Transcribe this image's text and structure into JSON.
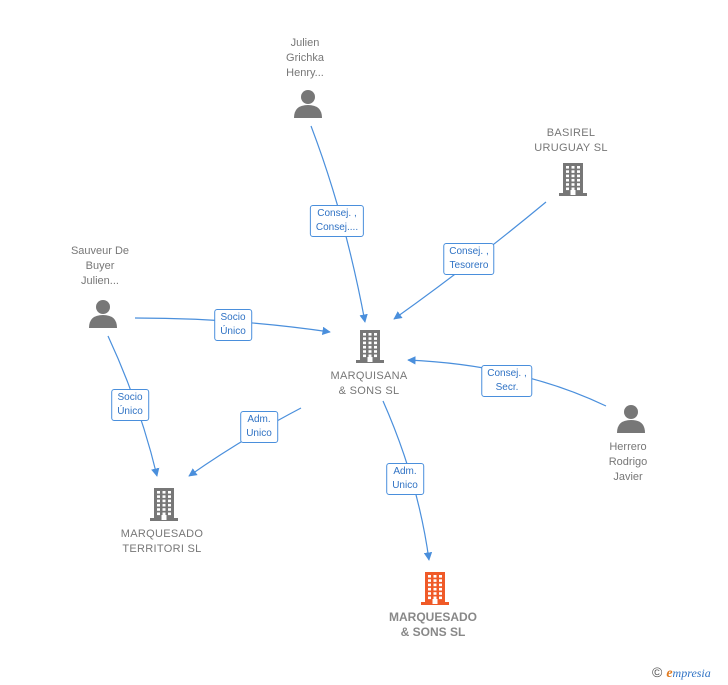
{
  "nodes": [
    {
      "id": "julien",
      "type": "person",
      "label_lines": [
        "Julien",
        "Grichka",
        "Henry..."
      ]
    },
    {
      "id": "basirel",
      "type": "company",
      "label_lines": [
        "BASIREL",
        "URUGUAY  SL"
      ]
    },
    {
      "id": "sauveur",
      "type": "person",
      "label_lines": [
        "Sauveur De",
        "Buyer",
        "Julien..."
      ]
    },
    {
      "id": "marquisana",
      "type": "company",
      "label_lines": [
        "MARQUISANA",
        "& SONS  SL"
      ]
    },
    {
      "id": "herrero",
      "type": "person",
      "label_lines": [
        "Herrero",
        "Rodrigo",
        "Javier"
      ]
    },
    {
      "id": "territori",
      "type": "company",
      "label_lines": [
        "MARQUESADO",
        "TERRITORI  SL"
      ]
    },
    {
      "id": "marquesado",
      "type": "company-highlight",
      "label_lines": [
        "MARQUESADO",
        "& SONS  SL"
      ]
    }
  ],
  "edges": [
    {
      "from": "julien",
      "to": "marquisana",
      "label_lines": [
        "Consej. ,",
        "Consej...."
      ]
    },
    {
      "from": "basirel",
      "to": "marquisana",
      "label_lines": [
        "Consej. ,",
        "Tesorero"
      ]
    },
    {
      "from": "sauveur",
      "to": "marquisana",
      "label_lines": [
        "Socio",
        "Único"
      ]
    },
    {
      "from": "herrero",
      "to": "marquisana",
      "label_lines": [
        "Consej. ,",
        "Secr."
      ]
    },
    {
      "from": "sauveur",
      "to": "territori",
      "label_lines": [
        "Socio",
        "Único"
      ]
    },
    {
      "from": "marquisana",
      "to": "territori",
      "label_lines": [
        "Adm.",
        "Unico"
      ]
    },
    {
      "from": "marquisana",
      "to": "marquesado",
      "label_lines": [
        "Adm.",
        "Unico"
      ]
    }
  ],
  "colors": {
    "edge": "#4a8fdc",
    "icon": "#777777",
    "highlight_icon": "#f05a28"
  },
  "footer": {
    "copyright": "©",
    "brand_initial": "e",
    "brand_rest": "mpresia"
  }
}
